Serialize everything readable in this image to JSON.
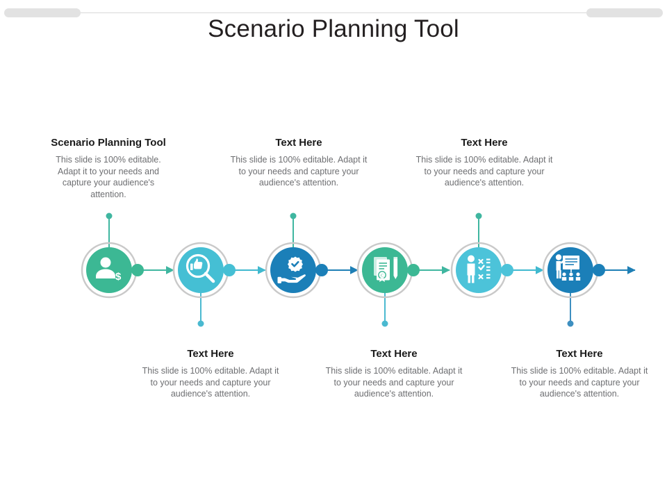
{
  "slide": {
    "title": "Scenario Planning Tool",
    "top_rule": {
      "cap_color": "#e2e2e2",
      "line_color": "#d8d8d8"
    }
  },
  "body_text": "This slide is 100% editable. Adapt it to your needs and capture your audience's attention.",
  "text_blocks": {
    "top": [
      {
        "heading": "Scenario Planning Tool",
        "body": "This slide is 100% editable. Adapt it to your needs and capture your audience's attention."
      },
      {
        "heading": "Text Here",
        "body": "This slide is 100% editable. Adapt it to your needs and capture your audience's attention."
      },
      {
        "heading": "Text Here",
        "body": "This slide is 100% editable. Adapt it to your needs and capture your audience's attention."
      }
    ],
    "bottom": [
      {
        "heading": "Text Here",
        "body": "This slide is 100% editable. Adapt it to your needs and capture your audience's attention."
      },
      {
        "heading": "Text Here",
        "body": "This slide is 100% editable. Adapt it to your needs and capture your audience's attention."
      },
      {
        "heading": "Text Here",
        "body": "This slide is 100% editable. Adapt it to your needs and capture your audience's attention."
      }
    ]
  },
  "process_steps": [
    {
      "index": 1,
      "icon": "person-dollar-icon",
      "color": "#3cb894",
      "stem": "up",
      "ring_color": "#c9c9c9"
    },
    {
      "index": 2,
      "icon": "magnifier-thumbsup-icon",
      "color": "#45bfd4",
      "stem": "down",
      "ring_color": "#c9c9c9"
    },
    {
      "index": 3,
      "icon": "hand-check-badge-icon",
      "color": "#1b7fb8",
      "stem": "up",
      "ring_color": "#c9c9c9"
    },
    {
      "index": 4,
      "icon": "certificate-pencil-icon",
      "color": "#3cb894",
      "stem": "down",
      "ring_color": "#c9c9c9"
    },
    {
      "index": 5,
      "icon": "person-checklist-icon",
      "color": "#4cc3d9",
      "stem": "up",
      "ring_color": "#c9c9c9"
    },
    {
      "index": 6,
      "icon": "presenter-board-icon",
      "color": "#1b7fb8",
      "stem": "down",
      "ring_color": "#c9c9c9"
    }
  ],
  "palette": {
    "green": "#3cb894",
    "cyan": "#45bfd4",
    "light_cyan": "#4cc3d9",
    "blue": "#1b7fb8",
    "ring_grey": "#c9c9c9",
    "title_black": "#231f20",
    "body_grey": "#6d6e71"
  }
}
